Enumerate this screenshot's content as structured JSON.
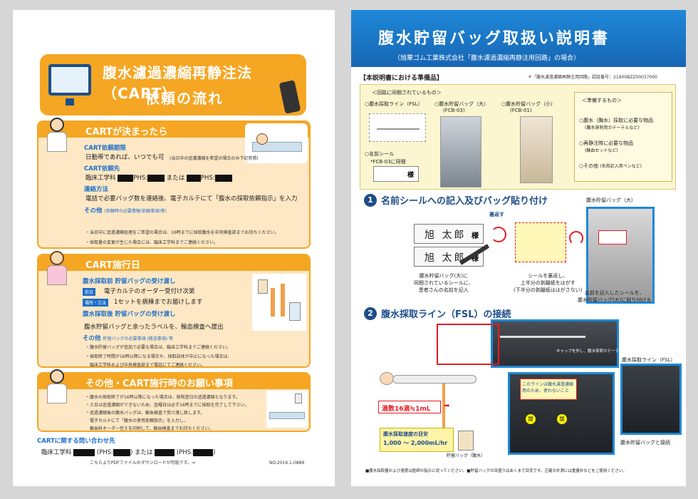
{
  "left": {
    "title_line1": "腹水濾過濃縮再静注法（CART）",
    "title_line2": "依頼の流れ",
    "s1": {
      "header": "CARTが決まったら",
      "period_label": "CART依頼期限",
      "period_text": "日勤帯であれば、いつでも可",
      "period_note": "(当日中の追濃濃縮を希望の場合のみ下記参照)",
      "dest_label": "CART依頼先",
      "dest_a": "臨床工学科",
      "dest_phs": "PHS:",
      "dest_or": "または",
      "method_label": "連絡方法",
      "method_text": "電話で必要バッグ数を連絡後、電子カルテにて「腹水の採取依頼指示」を入力",
      "other_label": "その他",
      "other_note": "(依頼時の必要情報(依頼事項)等)",
      "b1": "・当日中に追過濃縮処理をご希望の場合は、16時までに採取腹水を中央検査部までお持ちください。",
      "b2": "・採取量の変更が生じた場合には、臨床工学科までご連絡ください。"
    },
    "s2": {
      "header": "CART施行日",
      "l1": "腹水採取前 貯留バッグの受け渡し",
      "t1tag": "前日",
      "t1": "電子カルテのオーダー受付け次第",
      "t2tag": "場所・方法",
      "t2": "1セットを病棟までお届けします",
      "l2": "腹水採取後 貯留バッグの受け渡し",
      "t3": "腹水貯留バッグと余ったラベルを、輸血検査へ提出",
      "other_label": "その他",
      "other_note": "貯留バッグの必要事項 (搬送事項) 等",
      "b1": "・腹水貯留バッグが追加で必要な場合は、臨床工学科までご連絡ください。",
      "b2": "・採取終了時間が16時以降になる場合や、採取自体が中止になった場合は、",
      "b3": "臨床工学科および中央検査部まで電話にてご連絡ください。"
    },
    "s3": {
      "header": "その他・CART施行時のお願い事項",
      "b1": "・腹水の採取終了が16時以降になった場合は、原則翌日の追過濃縮となります。",
      "b2": "・土日は追過濃縮ができないため、金曜日は必ず16時までに採取を完了して下さい。",
      "b3": "・追過濃縮後の腹水バッグは、輸血検査で受け渡し致します。",
      "b4": "電子カルテにて「腹水の使用依頼指示」を入力し、",
      "b5": "輸血科オーダー控えを印刷して、輸血検査までお持ちください。"
    },
    "inquiry_label": "CARTに関する問い合わせ先",
    "inq_a": "臨床工学科",
    "inq_phs": "(PHS:",
    "inq_close": ")",
    "inq_or": "または",
    "inq_pdf": "こちらよりPDFファイルのダウンロードが可能です。⇒",
    "doc_no": "NO.2016.1-0889"
  },
  "right": {
    "title": "腹水貯留バッグ取扱い説明書",
    "subtitle": "（旭華ゴム工業株式会社「腹水濾過濃縮再静注用回路」の場合）",
    "prep_label": "【本説明書における準備品】",
    "approval": "＊「腹水濾過濃縮再静注用回路」認証番号：21900BZZ00037000",
    "circuit_header": "＜回路に同梱されているもの＞",
    "item1": "○腹水採取ライン（FSL）",
    "item2": "○腹水貯留バッグ（大）",
    "item2_code": "(FCB-03)",
    "item3": "○腹水貯留バッグ（小）",
    "item3_code": "(FCB-01)",
    "item4": "○名前シール",
    "item4_note": "*FCB-03に同梱",
    "seal_sample": "様",
    "prepare_header": "＜準備するもの＞",
    "prep1": "○腹水（胸水）採取に必要な物品",
    "prep1_note": "(腹水穿刺用カテーテルなど)",
    "prep2": "○再静注時に必要な物品",
    "prep2_note": "(輸血セットなど)",
    "prep3": "○その他",
    "prep3_note": "(名前記入用ペンなど)",
    "step1_num": "1",
    "step1_title": "名前シールへの記入及びバッグ貼り付け",
    "step1_photo_label": "腹水貯留バッグ（大）",
    "name_sample": "旭 太郎",
    "sama": "様",
    "flip": "裏返す",
    "cap1a": "腹水貯留バッグ(大)に",
    "cap1b": "同梱されているシールに、",
    "cap1c": "患者さんの名前を記入",
    "cap2a": "シールを裏返し、",
    "cap2b": "上半分の剥離紙をはがす",
    "cap2c": "(下半分の剥離紙ははがさない)",
    "cap3a": "名前を記入したシールを、",
    "cap3b": "腹水貯留バッグ(大)に貼り付ける",
    "step2_num": "2",
    "step2_title": "腹水採取ライン（FSL）の接続",
    "cap_connect": "キャップを外し、腹水穿刺カテーテルと接続",
    "fsl_label": "腹水採取ライン（FSL）",
    "warn": "このラインは腹水濾過濃縮用のため、使わないこと",
    "closed": "閉",
    "bag_connect": "腹水貯留バッグと接続",
    "drip": "滴数16滴≒1mL",
    "speed_label": "腹水採取速度の目安",
    "speed_value": "1,000 〜 2,000mL/hr",
    "bag_caption": "貯留バッグ（腹水）",
    "footnote": "■腹水採取量および速度は医師の指示に従ってください。■貯留バッグの目盛りはあくまで目安です。正確な計測には重量計などをご使用ください。"
  }
}
